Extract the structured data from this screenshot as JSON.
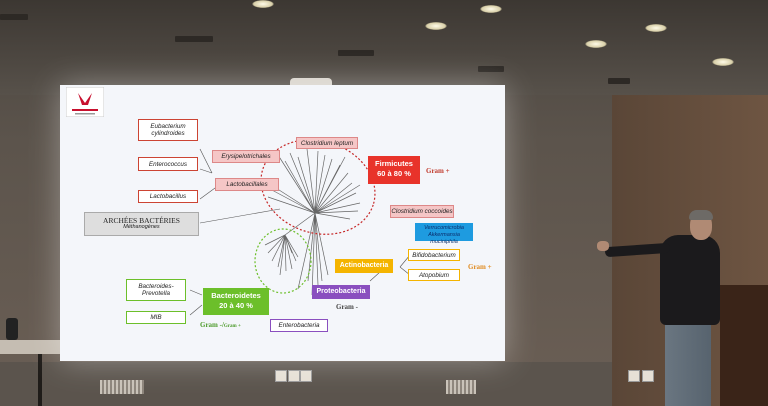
{
  "slide": {
    "logo_caption": "",
    "eubacterium": "Eubacterium cylindroides",
    "enterococcus": "Enterococcus",
    "lactobacillus": "Lactobacillus",
    "erysipelotrichales": "Erysipelotrichales",
    "lactobacillales": "Lactobacillales",
    "clostridium_leptum": "Clostridium leptum",
    "clostridium_coccoides": "Clostridium coccoides",
    "archees_title": "ARCHÉES BACTÉRIES",
    "archees_sub": "Méthanogènes",
    "firmicutes_name": "Firmicutes",
    "firmicutes_pct": "60 à 80 %",
    "gram_plus_1": "Gram +",
    "verrucomicrobia": "Verrucomicrobia",
    "verrucomicrobia_sub": "Akkermansia muciniphila",
    "actinobacteria": "Actinobacteria",
    "bifidobacterium": "Bifidobacterium",
    "atopobium": "Atopobium",
    "gram_plus_2": "Gram +",
    "bacteroides_prevotella": "Bacteroides-Prevotella",
    "mib": "MIB",
    "bacteroidetes_name": "Bacteroidetes",
    "bacteroidetes_pct": "20 à 40 %",
    "gram_neg_mixed": "Gram -/",
    "gram_neg_mixed_2": "Gram +",
    "proteobacteria": "Proteobacteria",
    "gram_minus": "Gram -",
    "enterobacteria": "Enterobacteria"
  },
  "colors": {
    "firmicutes": "#e8332a",
    "bacteroidetes": "#6cbf2a",
    "actinobacteria": "#f4b400",
    "proteobacteria": "#8a4fbf",
    "verrucomicrobia": "#1e9be0",
    "gram_red": "#c0392b",
    "gram_green": "#4c9a2a",
    "gram_orange": "#e08a1e"
  }
}
